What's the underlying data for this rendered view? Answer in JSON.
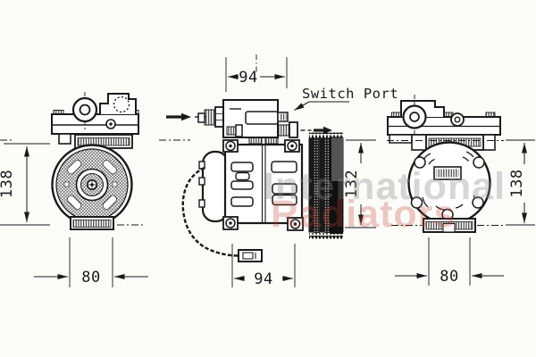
{
  "views": {
    "front": {
      "height": "138",
      "width": "80"
    },
    "side": {
      "top_width": "94",
      "height": "132",
      "bottom_width": "94",
      "switch_port_label": "Switch Port"
    },
    "rear": {
      "height": "138",
      "width": "80"
    }
  },
  "watermark": {
    "line1": "International",
    "line2": "Radiators",
    "line1_color": "#8a8a8a",
    "line2_color": "#c44536"
  },
  "colors": {
    "background": "#fbfbf8",
    "line": "#1a1a1a"
  },
  "icons": {
    "flow_in_arrow": "solid right-arrow with dashed leader",
    "flow_out_arrow": "solid right-arrow with dashed leader",
    "switch_port_leader": "bent leader line with arrowhead"
  }
}
